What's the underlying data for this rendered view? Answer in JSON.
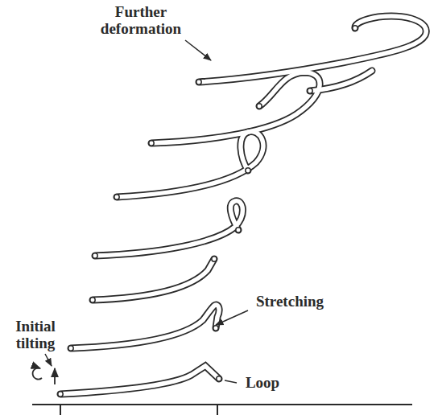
{
  "diagram": {
    "labels": [
      "Further deformation",
      "Initial tilting",
      "Stretching",
      "Loop"
    ]
  }
}
